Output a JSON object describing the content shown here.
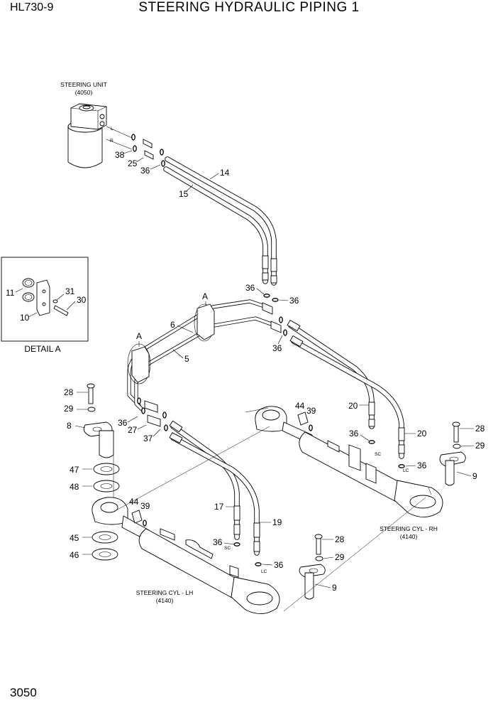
{
  "header": {
    "model": "HL730-9",
    "title": "STEERING HYDRAULIC PIPING 1"
  },
  "page_number": "3050",
  "components": {
    "steering_unit": {
      "name": "STEERING UNIT",
      "code": "(4050)"
    },
    "cyl_rh": {
      "name": "STEERING CYL - RH",
      "code": "(4140)"
    },
    "cyl_lh": {
      "name": "STEERING CYL - LH",
      "code": "(4140)"
    },
    "detail": "DETAIL A"
  },
  "marks": {
    "A": "A",
    "L": "L",
    "R": "R",
    "SC": "SC",
    "LC": "LC"
  },
  "callouts": {
    "c38": "38",
    "c25": "25",
    "c36": "36",
    "c14": "14",
    "c15": "15",
    "c11": "11",
    "c10": "10",
    "c31": "31",
    "c30": "30",
    "c6": "6",
    "c5": "5",
    "c28": "28",
    "c29": "29",
    "c8": "8",
    "c27": "27",
    "c37": "37",
    "c47": "47",
    "c48": "48",
    "c45": "45",
    "c46": "46",
    "c44": "44",
    "c39": "39",
    "c20": "20",
    "c9": "9",
    "c17": "17",
    "c19": "19"
  }
}
